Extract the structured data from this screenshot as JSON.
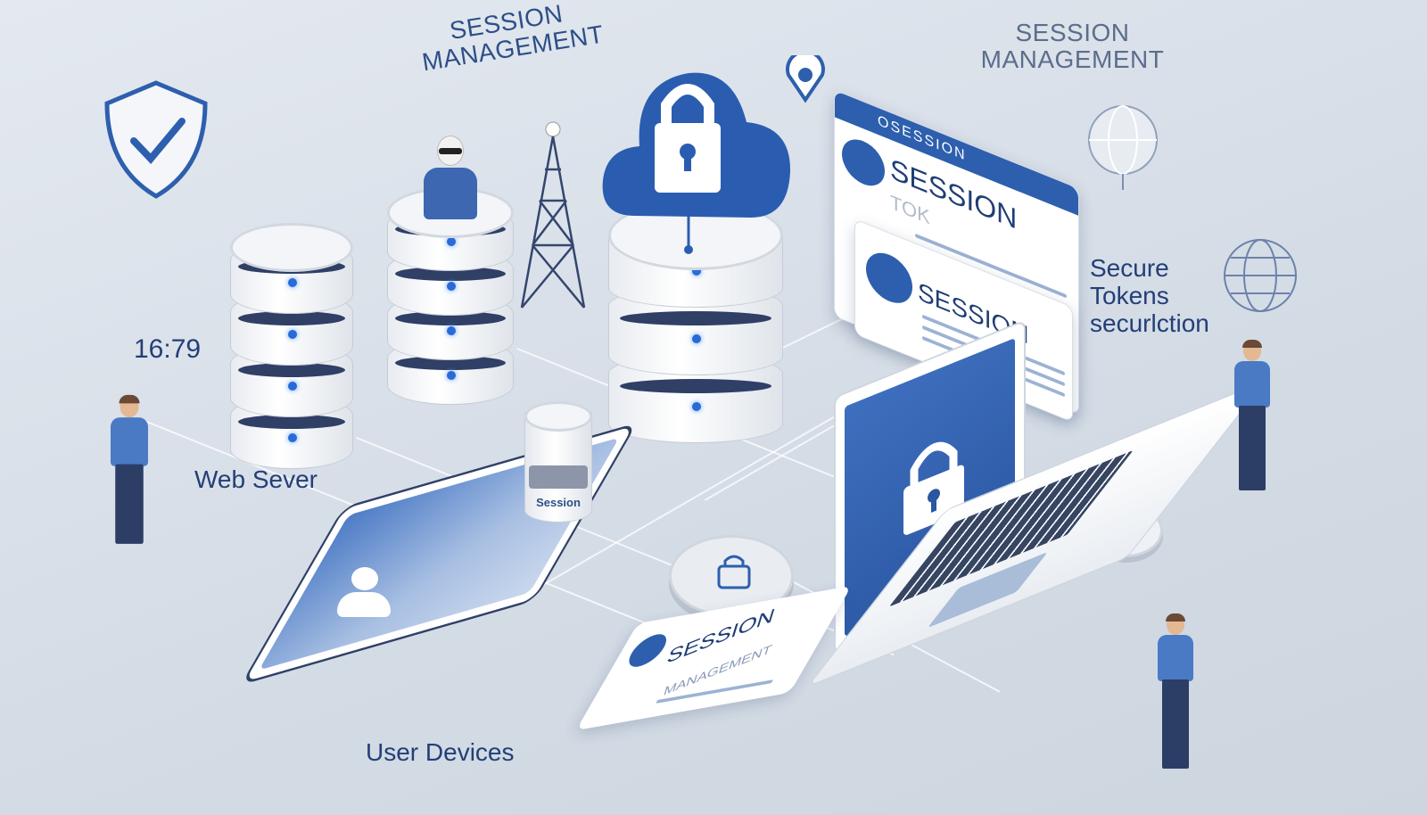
{
  "labels": {
    "title_left": "SESSION MANAGEMENT",
    "title_right": "SESSION MANAGEMENT",
    "clock": "16:79",
    "web_server": "Web Sever",
    "user_devices": "User Devices",
    "secure_tokens": [
      "Secure",
      "Tokens",
      "securlction"
    ]
  },
  "panels": {
    "top_header": "OSESSION",
    "top_title": "SESSION",
    "top_subtitle": "TOK",
    "bottom_title": "SESSION"
  },
  "cylinder_label": "Session",
  "document_card": {
    "title": "SESSION",
    "subtitle": "MANAGEMENT"
  },
  "icons": [
    "shield-check-icon",
    "cloud-lock-icon",
    "padlock-icon",
    "globe-icon",
    "radio-tower-icon",
    "location-pin-icon",
    "person-icon"
  ],
  "colors": {
    "accent": "#2d5fae",
    "dark_band": "#2f3f66",
    "background": "#d6dde6"
  }
}
